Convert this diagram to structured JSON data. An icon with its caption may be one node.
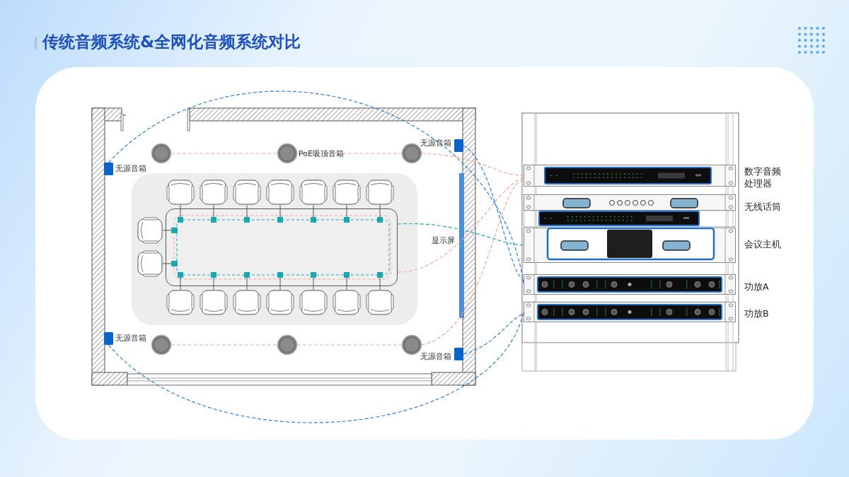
{
  "diagram": {
    "title": "传统音频系统&全网化音频系统对比",
    "nodes": [
      {
        "text": [],
        "shape": "box",
        "beside": [
          "无源音箱"
        ]
      },
      {
        "text": [],
        "shape": "box",
        "beside": [
          "无源音箱"
        ]
      },
      {
        "text": [],
        "shape": "box",
        "beside": [
          "无源音箱"
        ]
      },
      {
        "text": [],
        "shape": "box",
        "beside": [
          "无源音箱"
        ]
      },
      {
        "text": [],
        "shape": "circle"
      },
      {
        "text": [],
        "shape": "circle",
        "beside": [
          "PoE吸顶音箱"
        ]
      },
      {
        "text": [],
        "shape": "circle"
      },
      {
        "text": [],
        "shape": "circle"
      },
      {
        "text": [],
        "shape": "circle"
      },
      {
        "text": [],
        "shape": "circle"
      },
      {
        "text": [],
        "shape": "picture"
      },
      {
        "text": [],
        "shape": "bar",
        "beside": [
          "显示屏"
        ]
      },
      {
        "text": [],
        "shape": "picture",
        "beside": [
          "数字音频处理器"
        ]
      },
      {
        "text": [],
        "shape": "picture",
        "beside": [
          "无线话筒"
        ]
      },
      {
        "text": [],
        "shape": "picture",
        "beside": [
          "会议主机"
        ]
      },
      {
        "text": [],
        "shape": "picture",
        "beside": [
          "功放A"
        ]
      },
      {
        "text": [],
        "shape": "picture",
        "beside": [
          "功放B"
        ]
      }
    ],
    "edges": [
      {
        "from": 0,
        "to": 15,
        "arrow": "none",
        "style": "dashed",
        "color": "#2f7fd0"
      },
      {
        "from": 1,
        "to": 15,
        "arrow": "none",
        "style": "dashed",
        "color": "#2f7fd0"
      },
      {
        "from": 2,
        "to": 16,
        "arrow": "none",
        "style": "dashed",
        "color": "#2f7fd0"
      },
      {
        "from": 3,
        "to": 16,
        "arrow": "none",
        "style": "dashed",
        "color": "#2f7fd0"
      },
      {
        "from": 4,
        "to": 5,
        "arrow": "none",
        "style": "dashed"
      },
      {
        "from": 5,
        "to": 6,
        "arrow": "none",
        "style": "dashed"
      },
      {
        "from": 6,
        "to": 12,
        "arrow": "none",
        "style": "dashed"
      },
      {
        "from": 7,
        "to": 8,
        "arrow": "none",
        "style": "dashed"
      },
      {
        "from": 8,
        "to": 9,
        "arrow": "none",
        "style": "dashed"
      },
      {
        "from": 9,
        "to": 12,
        "arrow": "none",
        "style": "dashed"
      },
      {
        "from": 10,
        "to": 12,
        "arrow": "none",
        "style": "dashed"
      },
      {
        "from": 10,
        "to": 14,
        "arrow": "none",
        "style": "dashed",
        "color": "#1aa8b8"
      }
    ]
  }
}
